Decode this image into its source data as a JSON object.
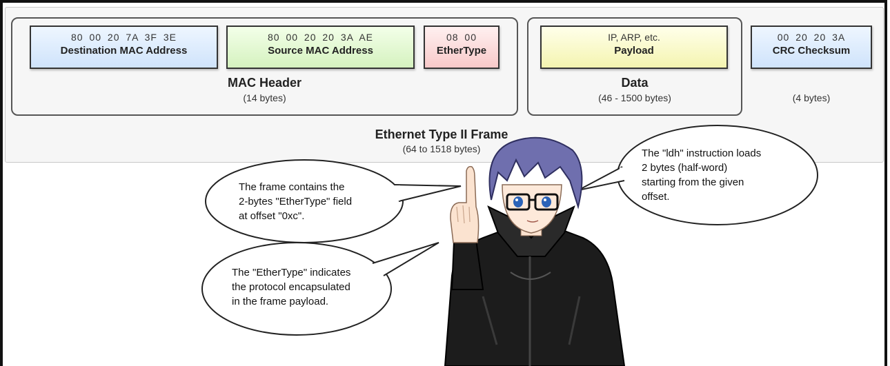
{
  "fields": {
    "destination_mac": {
      "value": "80  00  20  7A  3F  3E",
      "name": "Destination MAC Address"
    },
    "source_mac": {
      "value": "80  00  20  20  3A  AE",
      "name": "Source MAC Address"
    },
    "ethertype": {
      "value": "08  00",
      "name": "EtherType"
    },
    "payload": {
      "value": "IP, ARP, etc.",
      "name": "Payload"
    },
    "crc": {
      "value": "00  20  20  3A",
      "name": "CRC Checksum"
    }
  },
  "groups": {
    "mac_header": {
      "title": "MAC Header",
      "size": "(14 bytes)"
    },
    "data": {
      "title": "Data",
      "size": "(46 - 1500 bytes)"
    },
    "crc": {
      "size": "(4 bytes)"
    }
  },
  "frame": {
    "title": "Ethernet Type II Frame",
    "size": "(64 to 1518 bytes)"
  },
  "bubbles": {
    "ldh": "The \"ldh\" instruction loads\n2 bytes (half-word)\nstarting from the given\noffset.",
    "frame_offset": "The frame contains the\n2-bytes \"EtherType\" field\nat offset \"0xc\".",
    "ethertype_meaning": "The \"EtherType\" indicates\nthe protocol encapsulated\nin the frame payload."
  },
  "colors": {
    "destination": "#cfe3fb",
    "source": "#d5f2bf",
    "ethertype": "#f8c9c9",
    "payload": "#f4f4b0",
    "crc": "#cfe3fb"
  },
  "icons": {
    "character": "anime-guide-character-icon"
  }
}
